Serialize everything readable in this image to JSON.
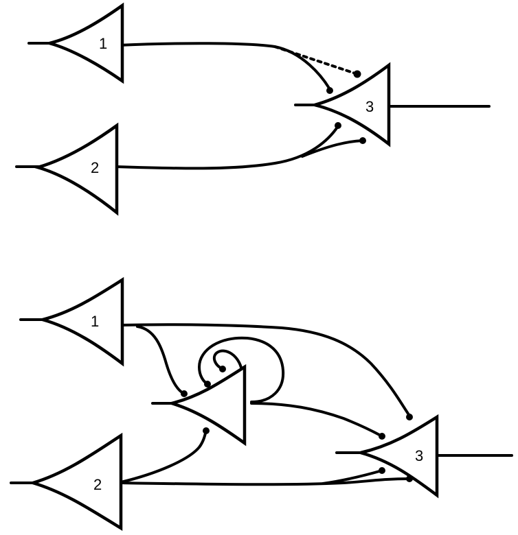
{
  "diagrams": [
    {
      "neuron_labels": [
        "1",
        "2",
        "3"
      ]
    },
    {
      "neuron_labels": [
        "1",
        "2",
        "3"
      ]
    }
  ]
}
